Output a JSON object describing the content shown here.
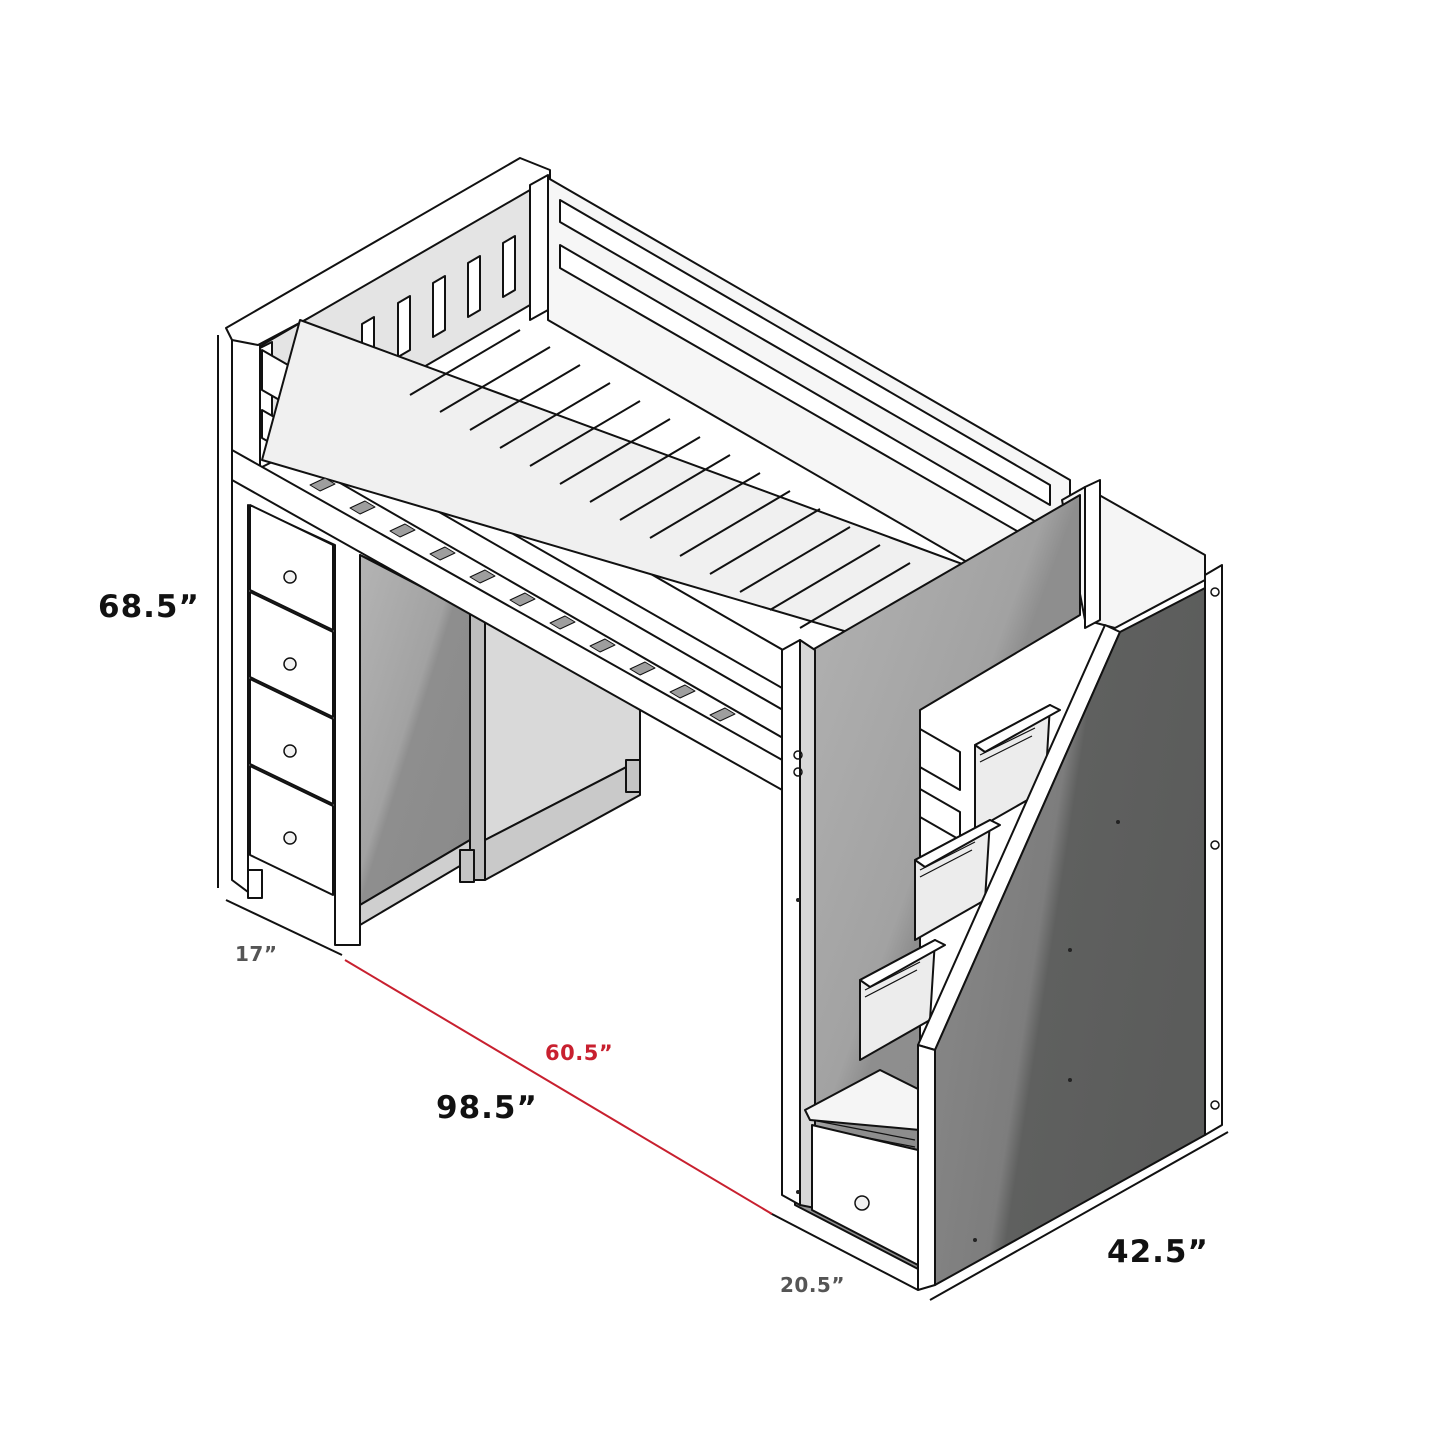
{
  "diagram": {
    "subject": "loft-bed-with-stairs-and-dresser",
    "colors": {
      "outline": "#111111",
      "white_part": "#ffffff",
      "light_gray": "#e6e6e6",
      "mid_gray": "#a8a8a8",
      "panel_gray": "#8e8e8e",
      "dark_gray": "#5e5f5e",
      "accent_red": "#c8202f",
      "minor_text": "#555555"
    },
    "dimensions": {
      "height": {
        "label": "68.5”",
        "style": "major"
      },
      "length": {
        "label": "98.5”",
        "style": "major"
      },
      "width": {
        "label": "42.5”",
        "style": "major"
      },
      "inner_length": {
        "label": "60.5”",
        "style": "accent"
      },
      "dresser_depth": {
        "label": "17”",
        "style": "minor"
      },
      "stair_depth": {
        "label": "20.5”",
        "style": "minor"
      }
    },
    "components": {
      "dresser_drawers": 4,
      "stair_steps": 4,
      "stair_drawer": 1,
      "headboard_slats": 8
    }
  }
}
